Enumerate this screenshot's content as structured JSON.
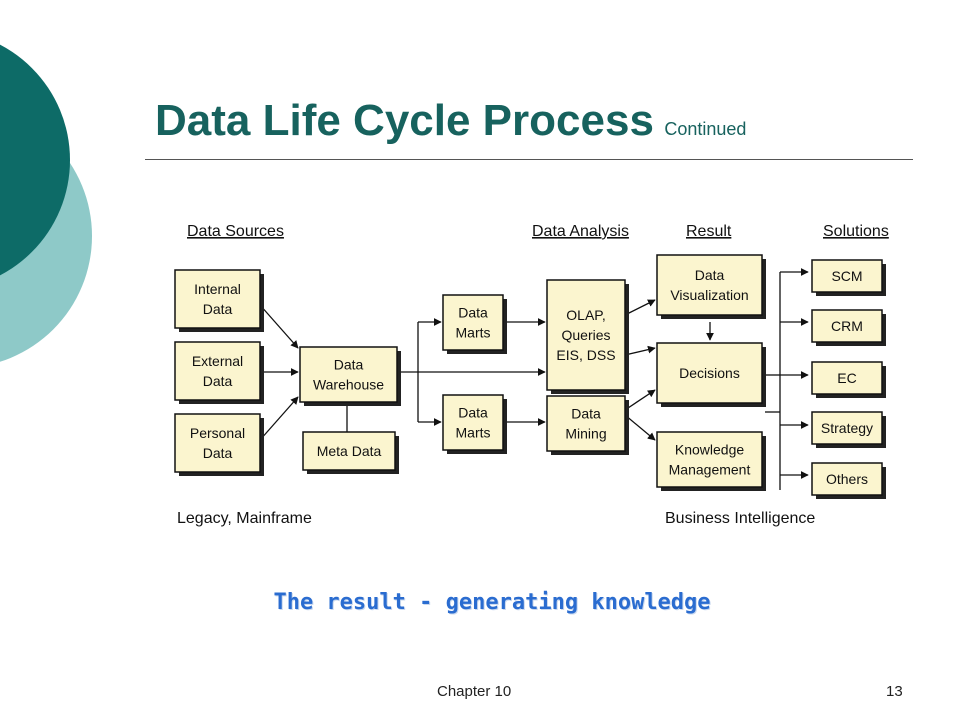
{
  "slide": {
    "title": "Data Life Cycle Process",
    "subtitle": "Continued",
    "caption": "The result - generating knowledge",
    "footer_chapter": "Chapter 10",
    "page_number": "13"
  },
  "colors": {
    "title": "#17625e",
    "deco_dark": "#0d6b67",
    "deco_light": "#8ec9c8",
    "box_fill": "#fbf5cf",
    "caption": "#2a6cd0"
  },
  "diagram": {
    "headers": {
      "sources": "Data Sources",
      "analysis": "Data Analysis",
      "result": "Result",
      "solutions": "Solutions"
    },
    "sources": [
      [
        "Internal",
        "Data"
      ],
      [
        "External",
        "Data"
      ],
      [
        "Personal",
        "Data"
      ]
    ],
    "warehouse": [
      "Data",
      "Warehouse"
    ],
    "meta": [
      "Meta Data"
    ],
    "marts": [
      [
        "Data",
        "Marts"
      ],
      [
        "Data",
        "Marts"
      ]
    ],
    "olap": [
      "OLAP,",
      "Queries",
      "EIS, DSS"
    ],
    "mining": [
      "Data",
      "Mining"
    ],
    "results": [
      [
        "Data",
        "Visualization"
      ],
      [
        "Decisions"
      ],
      [
        "Knowledge",
        "Management"
      ]
    ],
    "solutions": [
      "SCM",
      "CRM",
      "EC",
      "Strategy",
      "Others"
    ],
    "footer_left": "Legacy, Mainframe",
    "footer_right": "Business Intelligence"
  }
}
